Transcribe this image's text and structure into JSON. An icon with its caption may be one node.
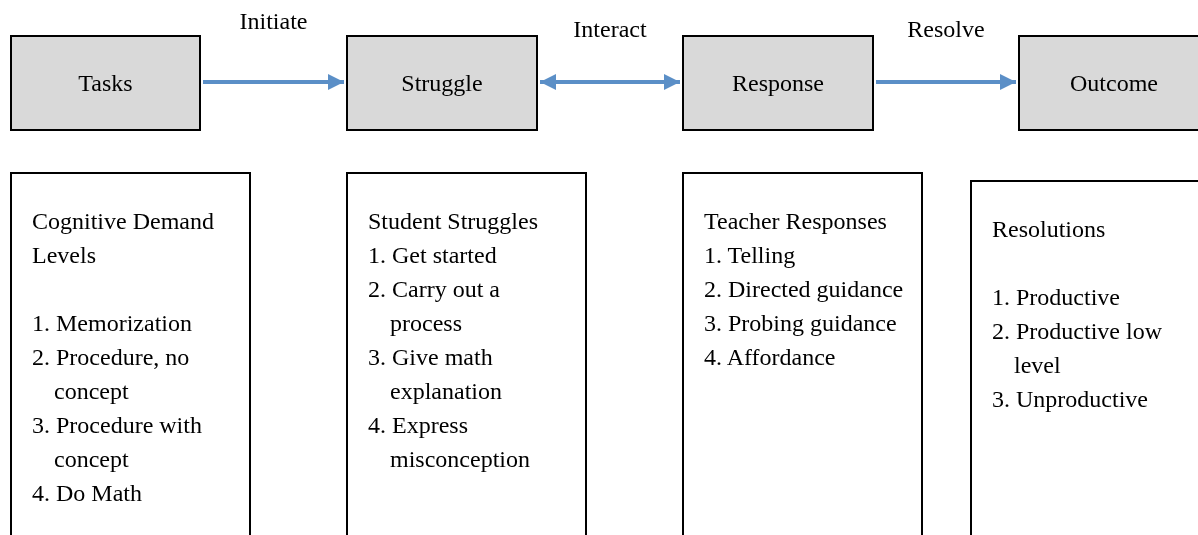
{
  "diagram": {
    "nodes": [
      {
        "text": [
          "Tasks"
        ]
      },
      {
        "text": [
          "Struggle"
        ]
      },
      {
        "text": [
          "Response"
        ]
      },
      {
        "text": [
          "Outcome"
        ]
      },
      {
        "text": [
          "Cognitive Demand Levels",
          "1. Memorization",
          "2. Procedure, no concept",
          "3. Procedure with concept",
          "4. Do Math"
        ]
      },
      {
        "text": [
          "Student Struggles",
          "1. Get started",
          "2. Carry out a process",
          "3. Give math explanation",
          "4. Express misconception"
        ]
      },
      {
        "text": [
          "Teacher Responses",
          "1. Telling",
          "2. Directed guidance",
          "3. Probing guidance",
          "4. Affordance"
        ]
      },
      {
        "text": [
          "Resolutions",
          "1. Productive",
          "2. Productive low level",
          "3. Unproductive"
        ]
      }
    ],
    "edges": [
      {
        "from": 0,
        "to": 1,
        "arrow": "to",
        "label": "Initiate"
      },
      {
        "from": 1,
        "to": 2,
        "arrow": "both",
        "label": "Interact"
      },
      {
        "from": 2,
        "to": 3,
        "arrow": "to",
        "label": "Resolve"
      }
    ]
  }
}
